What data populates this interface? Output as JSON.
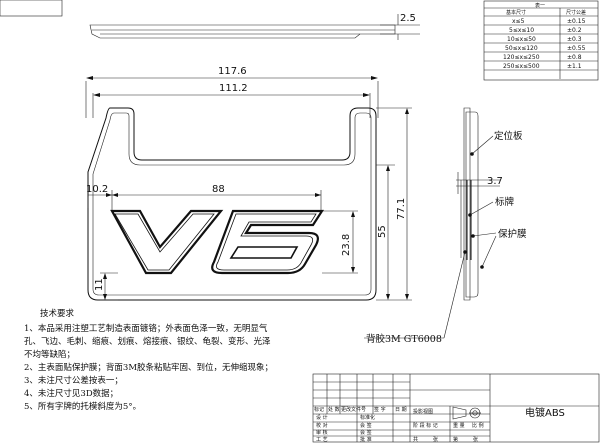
{
  "dimensions": {
    "overall_width": "117.6",
    "inner_width": "111.2",
    "v6_offset": "10.2",
    "v6_width": "88",
    "v6_height": "23.8",
    "inner_height": "55",
    "overall_height": "77.1",
    "bottom_offset": "11",
    "thickness_top": "2.5",
    "side_thickness": "3.7"
  },
  "callouts": {
    "positioning_plate": "定位板",
    "nameplate": "标牌",
    "protective_film": "保护膜",
    "adhesive": "背胶3M GT6008"
  },
  "tolerance_table": {
    "title": "表一",
    "headers": [
      "基本尺寸",
      "尺寸公差"
    ],
    "rows": [
      [
        "x≤5",
        "±0.15"
      ],
      [
        "5≤x≤10",
        "±0.2"
      ],
      [
        "10≤x≤50",
        "±0.3"
      ],
      [
        "50≤x≤120",
        "±0.55"
      ],
      [
        "120≤x≤250",
        "±0.8"
      ],
      [
        "250≤x≤500",
        "±1.1"
      ]
    ]
  },
  "notes": {
    "title": "技术要求",
    "lines": [
      "1、本品采用注塑工艺制造表面镀铬；外表面色泽一致，无明显气",
      "孔、飞边、毛刺、缩痕、划痕、熔接痕、银纹、龟裂、变形、光泽",
      "不均等缺陷；",
      "2、主表面贴保护膜；背面3M胶条粘贴牢固、到位，无伸缩现象；",
      "3、未注尺寸公差按表一；",
      "4、未注尺寸见3D数据；",
      "5、所有字牌的托模斜度为5°。"
    ]
  },
  "title_block": {
    "material": "电镀ABS",
    "labels": {
      "mark": "标记",
      "count": "处 数",
      "change_file": "更改文件号",
      "sign": "签 字",
      "date": "日 期",
      "designer": "设 计",
      "checker": "校 对",
      "reviewer": "审 核",
      "process": "工 艺",
      "standard": "标准化",
      "approve": "批 准",
      "countersign": "会 签",
      "projection": "投影视图",
      "stage": "阶 段 标 记",
      "weight": "重 量",
      "ratio": "比 例",
      "total": "共",
      "sheet": "张",
      "page": "第",
      "page_unit": "张"
    }
  }
}
